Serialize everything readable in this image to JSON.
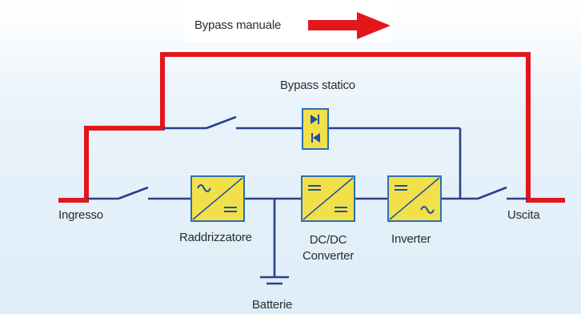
{
  "labels": {
    "bypass_manuale": "Bypass manuale",
    "bypass_statico": "Bypass statico",
    "ingresso": "Ingresso",
    "uscita": "Uscita",
    "raddrizzatore": "Raddrizzatore",
    "dcdc_line1": "DC/DC",
    "dcdc_line2": "Converter",
    "inverter": "Inverter",
    "batterie": "Batterie"
  },
  "colors": {
    "manual_bypass_line": "#e3161b",
    "circuit_line": "#2a3f8a",
    "block_fill": "#f2e04a",
    "block_stroke": "#2a6fb2",
    "symbol": "#1f4fa0"
  },
  "icons": {
    "rectifier_symbol": "ac-to-dc-icon",
    "dcdc_symbol": "dc-to-dc-icon",
    "inverter_symbol": "dc-to-ac-icon",
    "static_bypass_symbol": "thyristor-pair-icon",
    "battery_symbol": "ground-battery-icon",
    "switch_symbol": "open-switch-icon",
    "arrow": "red-arrow-right-icon"
  }
}
